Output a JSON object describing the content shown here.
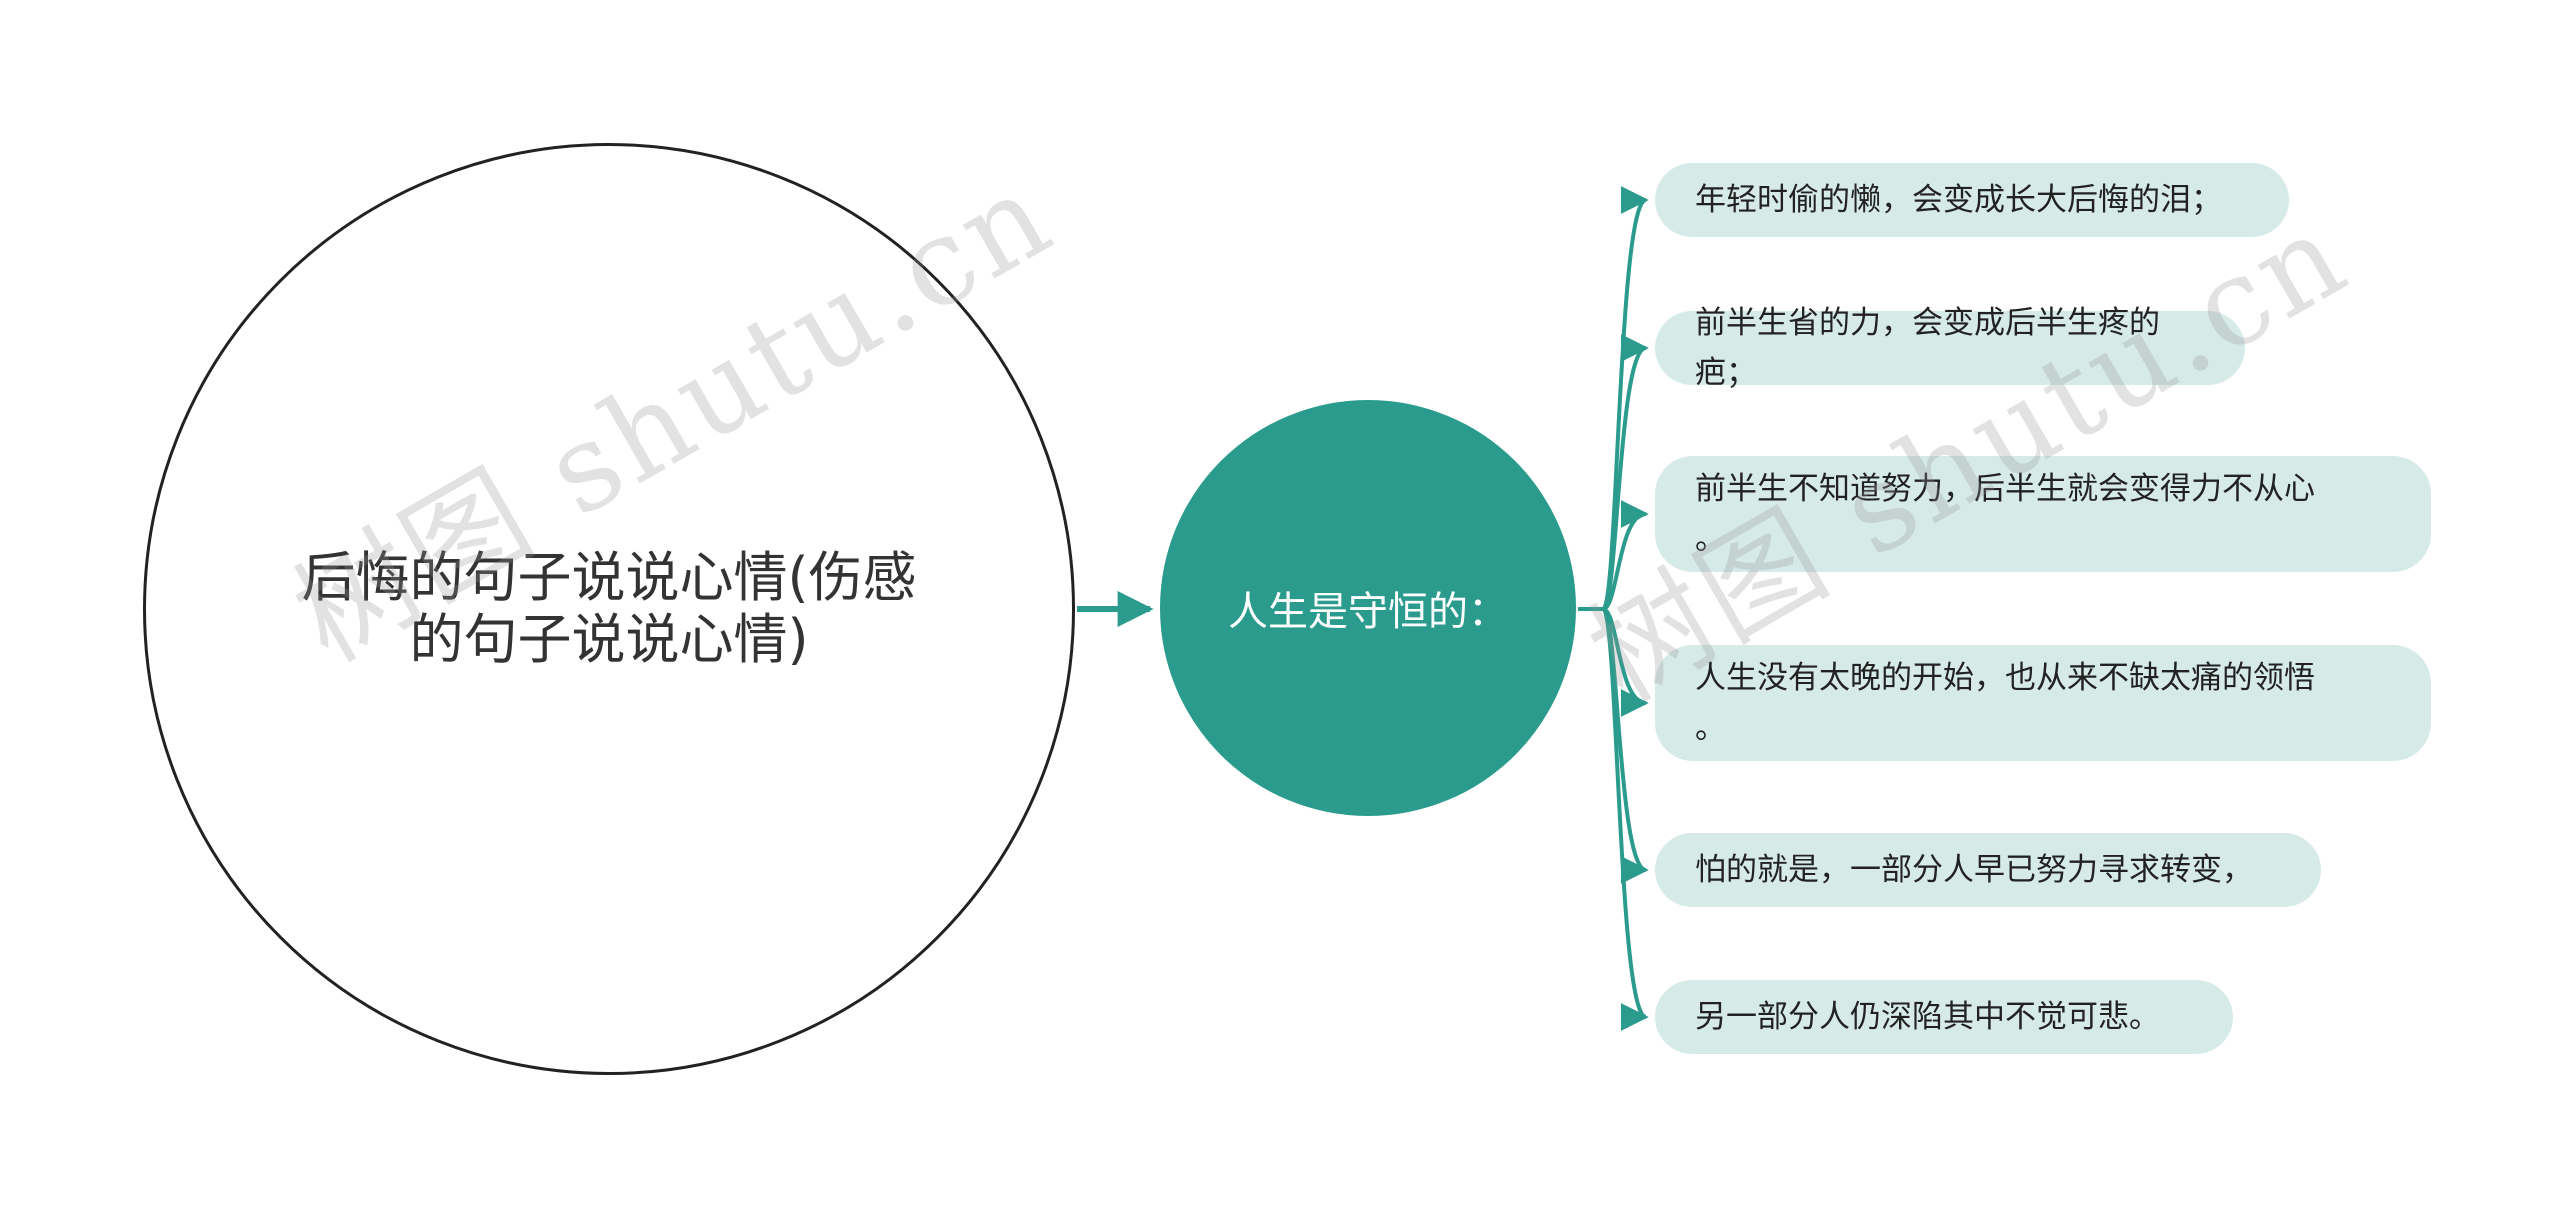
{
  "root": {
    "label": "后悔的句子说说心情(伤感的句子说说心情)"
  },
  "center": {
    "label": "人生是守恒的："
  },
  "leaves": [
    {
      "label": "年轻时偷的懒，会变成长大后悔的泪；"
    },
    {
      "label": "前半生省的力，会变成后半生疼的疤；"
    },
    {
      "label": "前半生不知道努力，后半生就会变得力不从心\n。"
    },
    {
      "label": "人生没有太晚的开始，也从来不缺太痛的领悟\n。"
    },
    {
      "label": "怕的就是，一部分人早已努力寻求转变，"
    },
    {
      "label": "另一部分人仍深陷其中不觉可悲。"
    }
  ],
  "watermarks": [
    "树图 shutu.cn",
    "树图 shutu.cn"
  ],
  "colors": {
    "accent": "#2a9b8d",
    "leaf_fill": "#d6ebe8",
    "root_border": "#222222",
    "text": "#222222",
    "watermark": "#969696"
  }
}
